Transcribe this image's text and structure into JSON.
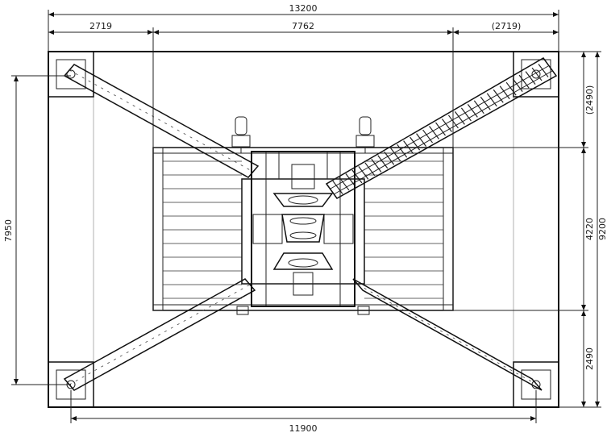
{
  "dimensions": {
    "overall_width": "13200",
    "left_bay": "2719",
    "center_bay": "7762",
    "right_bay": "(2719)",
    "overall_height": "9200",
    "top_bay": "(2490)",
    "middle_bay": "4220",
    "bottom_bay": "2490",
    "diagonal_left_height": "7950",
    "bottom_span": "11900"
  },
  "colors": {
    "line": "#111111",
    "corner_fill": "#d9d9d9",
    "deck_line": "#333333",
    "background": "#ffffff"
  }
}
